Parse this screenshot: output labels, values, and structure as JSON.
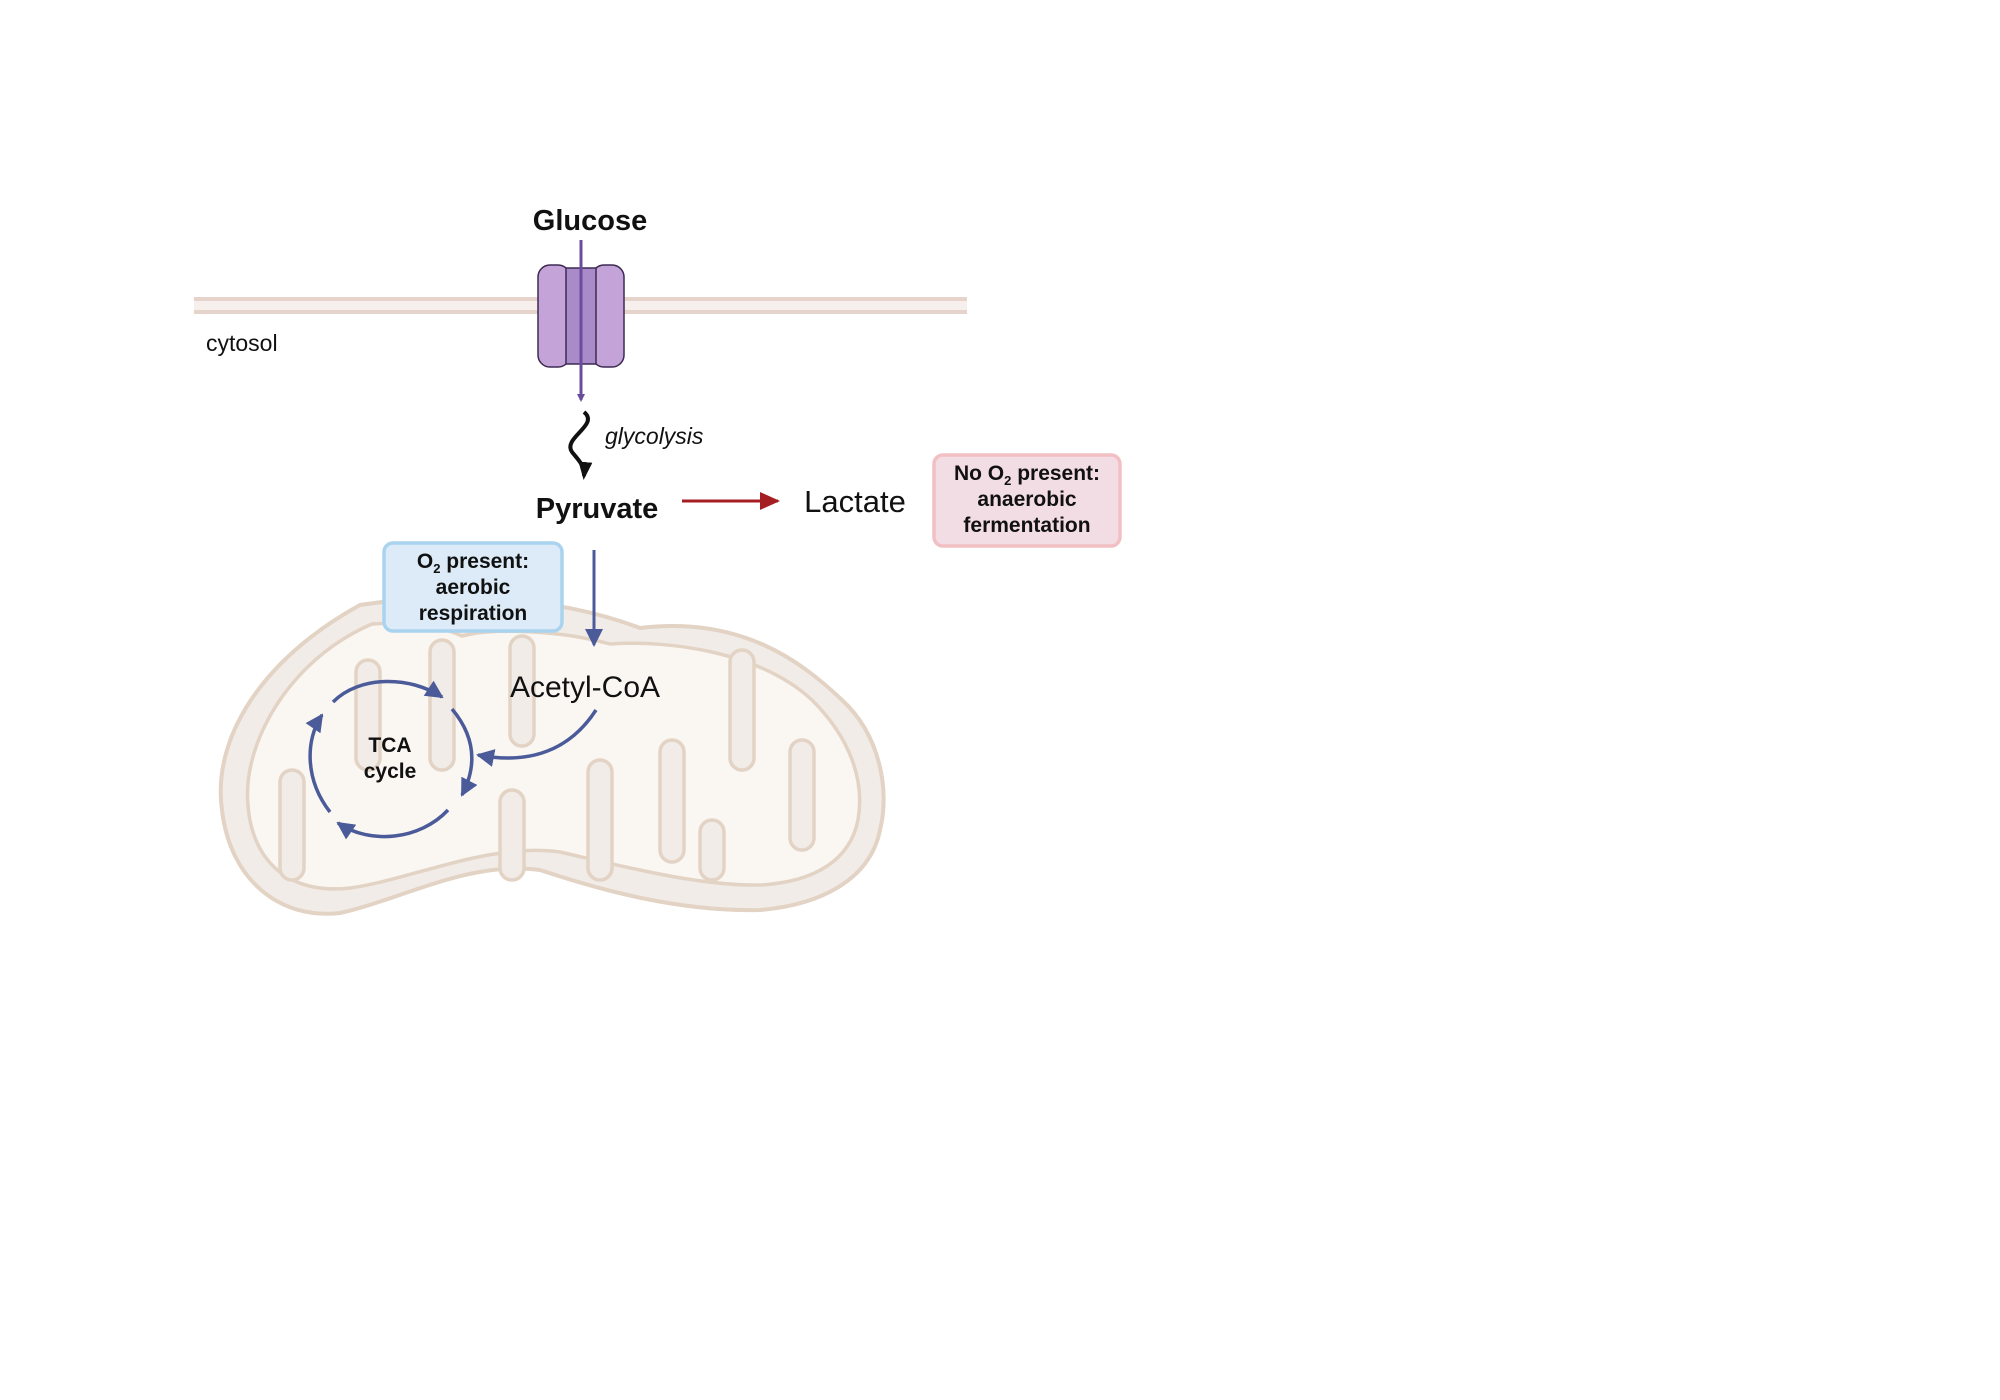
{
  "labels": {
    "glucose": "Glucose",
    "cytosol": "cytosol",
    "glycolysis": "glycolysis",
    "pyruvate": "Pyruvate",
    "lactate": "Lactate",
    "acetyl_coa": "Acetyl-CoA",
    "tca_line1": "TCA",
    "tca_line2": "cycle"
  },
  "aerobic_box": {
    "line1_pre": "O",
    "line1_sub": "2",
    "line1_post": " present:",
    "line2": "aerobic",
    "line3": "respiration"
  },
  "anaerobic_box": {
    "line1_pre": "No O",
    "line1_sub": "2",
    "line1_post": " present:",
    "line2": "anaerobic",
    "line3": "fermentation"
  },
  "colors": {
    "membrane": "#e6d3cc",
    "transporter": "#c4a3d9",
    "transporter_stroke": "#3d2a52",
    "glucose_arrow": "#6a4c9c",
    "lactate_arrow": "#a51e22",
    "tca_arrow": "#4b5b9a",
    "aerobic_fill": "#dcebf7",
    "aerobic_stroke": "#a9d3ef",
    "anaerobic_fill": "#f3dde5",
    "anaerobic_stroke": "#f2c0c3",
    "mito_outer": "#f1ece8",
    "mito_inner": "#faf7f3",
    "mito_stroke": "#e3d3c4"
  }
}
